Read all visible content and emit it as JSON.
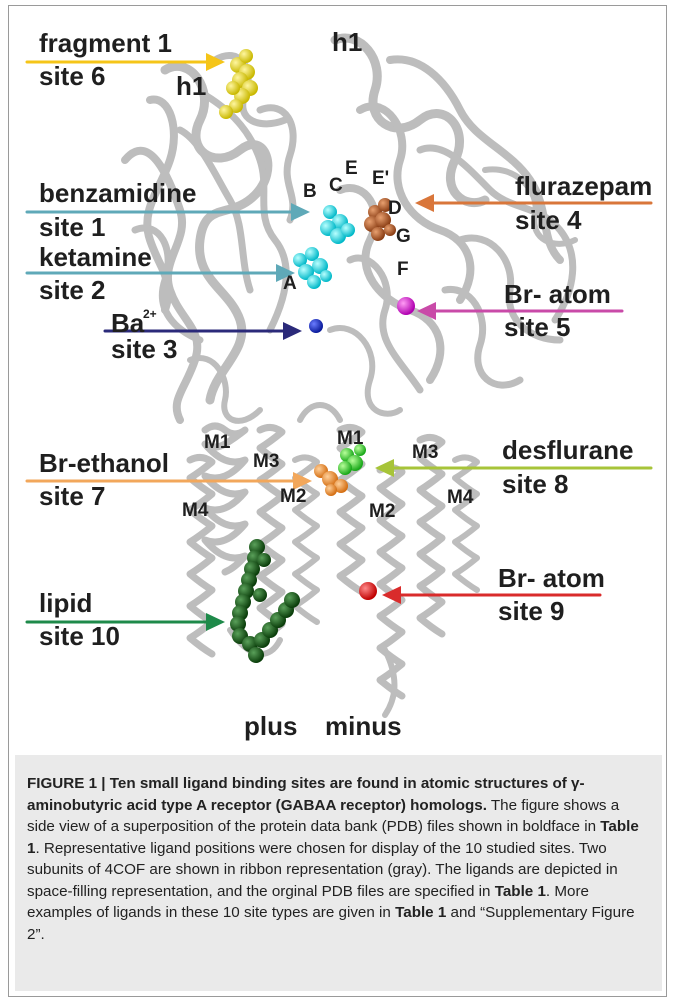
{
  "labels": {
    "fragment1": "fragment 1",
    "site6": "site 6",
    "benzamidine": "benzamidine",
    "site1": "site 1",
    "ketamine": "ketamine",
    "site2": "site 2",
    "ba": "Ba",
    "ba_sup": "2+",
    "site3": "site 3",
    "flurazepam": "flurazepam",
    "site4": "site 4",
    "bratom5": "Br- atom",
    "site5": "site 5",
    "brethanol": "Br-ethanol",
    "site7": "site 7",
    "desflurane": "desflurane",
    "site8": "site 8",
    "bratom9": "Br- atom",
    "site9": "site 9",
    "lipid": "lipid",
    "site10": "site 10",
    "plus": "plus",
    "minus": "minus"
  },
  "structure_labels": {
    "h1_top": "h1",
    "h1_left": "h1",
    "A": "A",
    "B": "B",
    "C": "C",
    "D": "D",
    "E": "E",
    "Eprime": "E'",
    "F": "F",
    "G": "G",
    "M1_left": "M1",
    "M3_left": "M3",
    "M4_left": "M4",
    "M2_left": "M2",
    "M1_right": "M1",
    "M3_right": "M3",
    "M2_right": "M2",
    "M4_right": "M4"
  },
  "colors": {
    "site6": "#f5c518",
    "site1": "#5fa9b8",
    "site2": "#5fa9b8",
    "site3": "#2b2a7a",
    "site4": "#d9763a",
    "site5": "#c94aa8",
    "site7": "#f2a75b",
    "site8": "#a7c439",
    "site9": "#d92b2b",
    "site10": "#1e8a4a",
    "ribbon": "#c4c4c4"
  },
  "caption": {
    "figure_label": "FIGURE 1 | ",
    "title": "Ten small ligand binding sites are found in atomic structures of γ-aminobutyric acid type A receptor (GABAA receptor) homologs.",
    "body_1": " The figure shows a side view of a superposition of the protein data bank (PDB) files shown in boldface in ",
    "table1_a": "Table 1",
    "body_2": ". Representative ligand positions were chosen for display of the 10 studied sites. Two subunits of 4COF are shown in ribbon representation (gray). The ligands are depicted in space-filling representation, and the orginal PDB files are specified in ",
    "table1_b": "Table 1",
    "body_3": ". More examples of ligands in these 10 site types are given in ",
    "table1_c": "Table 1",
    "body_4": " and “Supplementary Figure 2”."
  }
}
